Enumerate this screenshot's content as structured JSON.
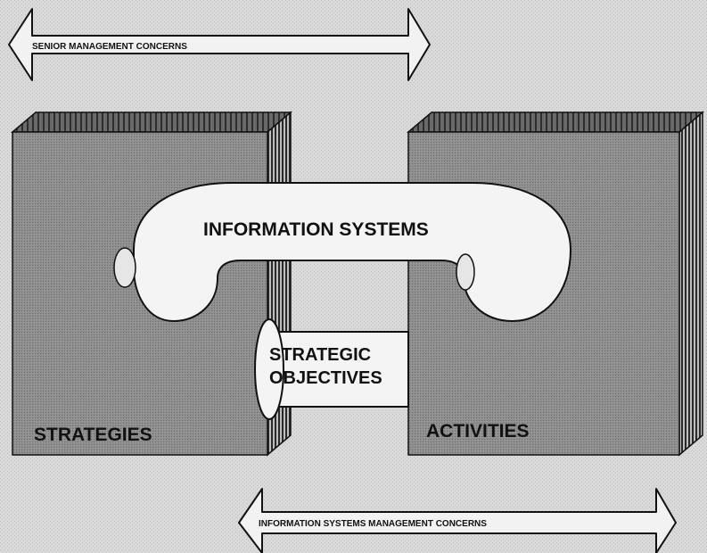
{
  "top_arrow": {
    "label": "SENIOR MANAGEMENT CONCERNS"
  },
  "bottom_arrow": {
    "label": "INFORMATION SYSTEMS MANAGEMENT CONCERNS"
  },
  "left_block": {
    "label": "STRATEGIES"
  },
  "right_block": {
    "label": "ACTIVITIES"
  },
  "bridge": {
    "label": "INFORMATION SYSTEMS"
  },
  "link_tube": {
    "label_line1": "STRATEGIC",
    "label_line2": "OBJECTIVES"
  },
  "colors": {
    "background": "#d9d9d9",
    "block_front": "#8c8c8c",
    "block_side": "#4a4a4a",
    "block_top": "#5a5a5a",
    "tube": "#f4f4f4",
    "outline": "#111111"
  }
}
